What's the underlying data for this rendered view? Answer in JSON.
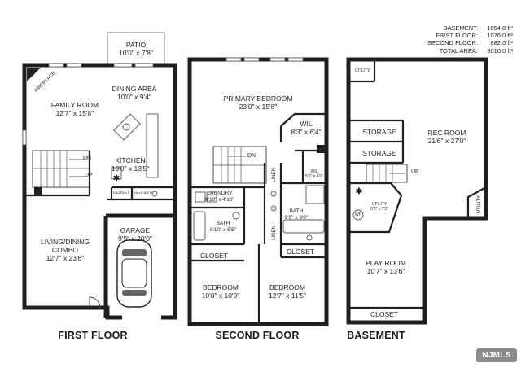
{
  "floors": {
    "first": "FIRST FLOOR",
    "second": "SECOND FLOOR",
    "basement": "BASEMENT"
  },
  "areas": [
    {
      "label": "BASEMENT:",
      "value": "1054.0 ft²"
    },
    {
      "label": "FIRST FLOOR:",
      "value": "1076.0 ft²"
    },
    {
      "label": "SECOND FLOOR:",
      "value": "882.0 ft²"
    },
    {
      "label": "TOTAL AREA:",
      "value": "3010.0 ft²"
    }
  ],
  "first_floor": {
    "patio": {
      "name": "PATIO",
      "dims": "10'0\" x 7'8\""
    },
    "dining": {
      "name": "DINING AREA",
      "dims": "10'0\" x 9'4\""
    },
    "family": {
      "name": "FAMILY ROOM",
      "dims": "12'7\" x 15'8\""
    },
    "fireplace": "FIREPLACE",
    "kitchen": {
      "name": "KITCHEN",
      "dims": "10'0\" x 13'5\""
    },
    "closet": "CLOSET",
    "half_bath": "HALF BATH",
    "living": {
      "name": "LIVING/DINING",
      "name2": "COMBO",
      "dims": "12'7\" x 23'6\""
    },
    "garage": {
      "name": "GARAGE",
      "dims": "9'9\" x 20'0\""
    },
    "dn": "DN",
    "up": "UP"
  },
  "second_floor": {
    "primary": {
      "name": "PRIMARY BEDROOM",
      "dims": "23'0\" x 15'8\""
    },
    "wil1": {
      "name": "WIL",
      "dims": "8'3\" x 6'4\""
    },
    "wil2": {
      "name": "WIL",
      "dims": "5'0\" x 4'0\""
    },
    "dn": "DN",
    "linen1": "LINEN",
    "linen2": "LINEN",
    "laundry": {
      "name": "LAUNDRY",
      "dims": "8'10\" x 4'10\""
    },
    "bath1": {
      "name": "BATH",
      "dims": "8'10\" x 5'5\""
    },
    "bath2": {
      "name": "BATH",
      "dims": "9'9\" x 9'6\""
    },
    "closet1": "CLOSET",
    "closet2": "CLOSET",
    "bedroom1": {
      "name": "BEDROOM",
      "dims": "10'0\" x 10'0\""
    },
    "bedroom2": {
      "name": "BEDROOM",
      "dims": "12'7\" x 11'5\""
    }
  },
  "basement": {
    "utility1": "UTILITY",
    "storage1": "STORAGE",
    "storage2": "STORAGE",
    "rec": {
      "name": "REC ROOM",
      "dims": "21'6\" x 27'0\""
    },
    "up": "UP",
    "utility2": {
      "name": "UTILITY",
      "dims": "8'0\" x 7'3\""
    },
    "wh": "WH",
    "utility3": "UTILITY",
    "play": {
      "name": "PLAY ROOM",
      "dims": "10'7\" x 13'6\""
    },
    "closet": "CLOSET"
  },
  "logo": "NJMLS"
}
